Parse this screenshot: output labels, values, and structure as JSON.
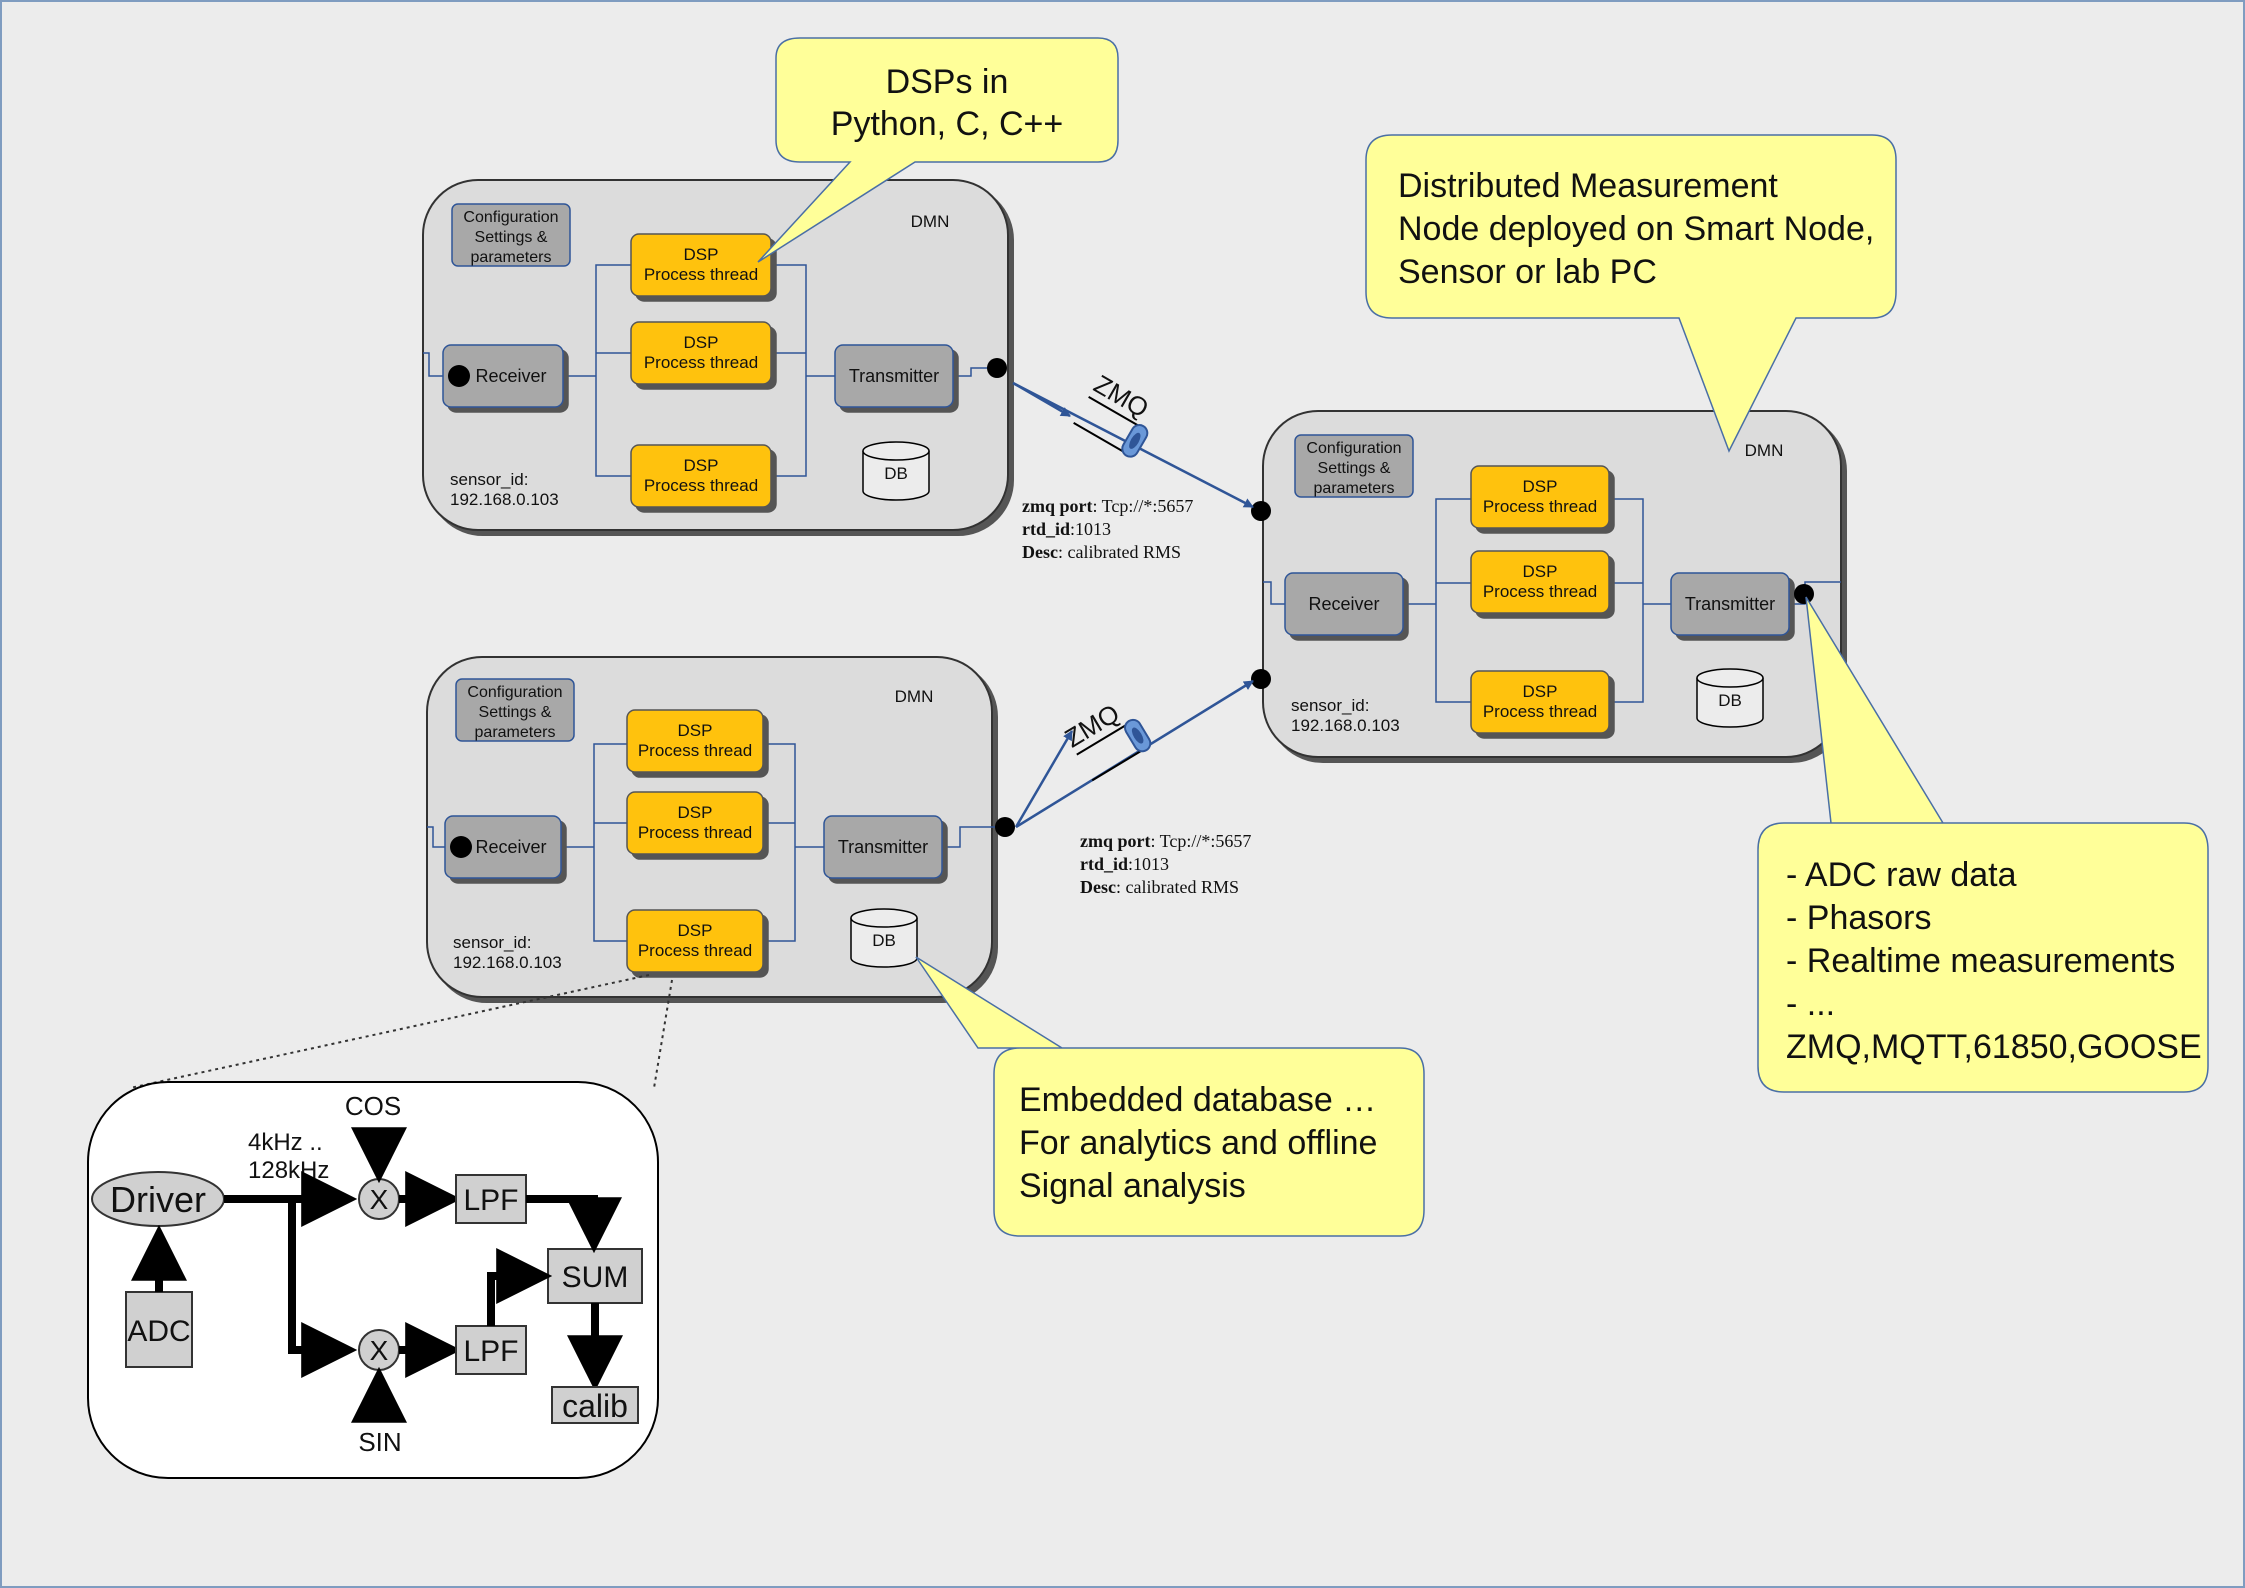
{
  "colors": {
    "background": "#ececec",
    "node_fill": "#dcdcdc",
    "box_fill": "#a8a8a8",
    "dsp_fill": "#ffc20e",
    "callout_fill": "#ffff99",
    "line": "#2f5597",
    "dsp_block_fill": "#d4d4d4"
  },
  "callouts": {
    "dsp_languages": [
      "DSPs in",
      "Python, C, C++"
    ],
    "dmn_deploy": [
      "Distributed Measurement",
      "Node deployed on Smart Node,",
      "Sensor or lab PC"
    ],
    "embedded_db": [
      "Embedded database …",
      "For analytics and offline",
      "Signal analysis"
    ],
    "outputs": [
      "- ADC raw data",
      "- Phasors",
      "- Realtime measurements",
      "- ...",
      "ZMQ,MQTT,61850,GOOSE"
    ]
  },
  "node": {
    "title": "DMN",
    "config": [
      "Configuration",
      "Settings &",
      "parameters"
    ],
    "receiver": "Receiver",
    "transmitter": "Transmitter",
    "dsp": [
      "DSP",
      "Process thread"
    ],
    "db": "DB",
    "sensor_id": [
      "sensor_id:",
      "192.168.0.103"
    ]
  },
  "links": {
    "zmq_label": "ZMQ",
    "info": [
      {
        "key": "zmq port",
        "value": ": Tcp://*:5657"
      },
      {
        "key": "rtd_id",
        "value": ":1013"
      },
      {
        "key": "Desc",
        "value": ": calibrated RMS"
      }
    ]
  },
  "dsp_chain": {
    "driver": "Driver",
    "adc": "ADC",
    "rate": [
      "4kHz ..",
      "128kHz"
    ],
    "cos": "COS",
    "sin": "SIN",
    "mult": "X",
    "lpf": "LPF",
    "sum": "SUM",
    "calib": "calib"
  }
}
